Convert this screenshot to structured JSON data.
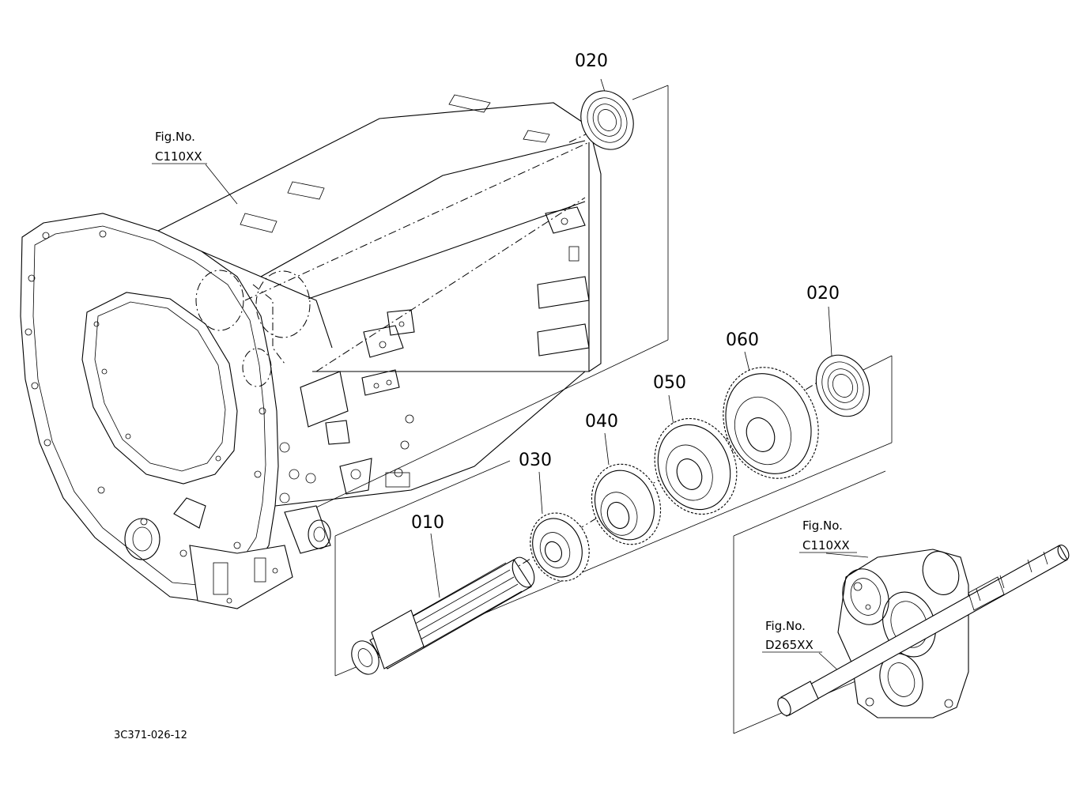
{
  "diagram": {
    "doc_number": "3C371-026-12",
    "callouts": [
      {
        "id": "p010",
        "label": "010"
      },
      {
        "id": "p020a",
        "label": "020"
      },
      {
        "id": "p020b",
        "label": "020"
      },
      {
        "id": "p030",
        "label": "030"
      },
      {
        "id": "p040",
        "label": "040"
      },
      {
        "id": "p050",
        "label": "050"
      },
      {
        "id": "p060",
        "label": "060"
      }
    ],
    "figure_refs": [
      {
        "id": "ref1",
        "line1": "Fig.No.",
        "line2": "C110XX"
      },
      {
        "id": "ref2",
        "line1": "Fig.No.",
        "line2": "C110XX"
      },
      {
        "id": "ref3",
        "line1": "Fig.No.",
        "line2": "D265XX"
      }
    ]
  }
}
